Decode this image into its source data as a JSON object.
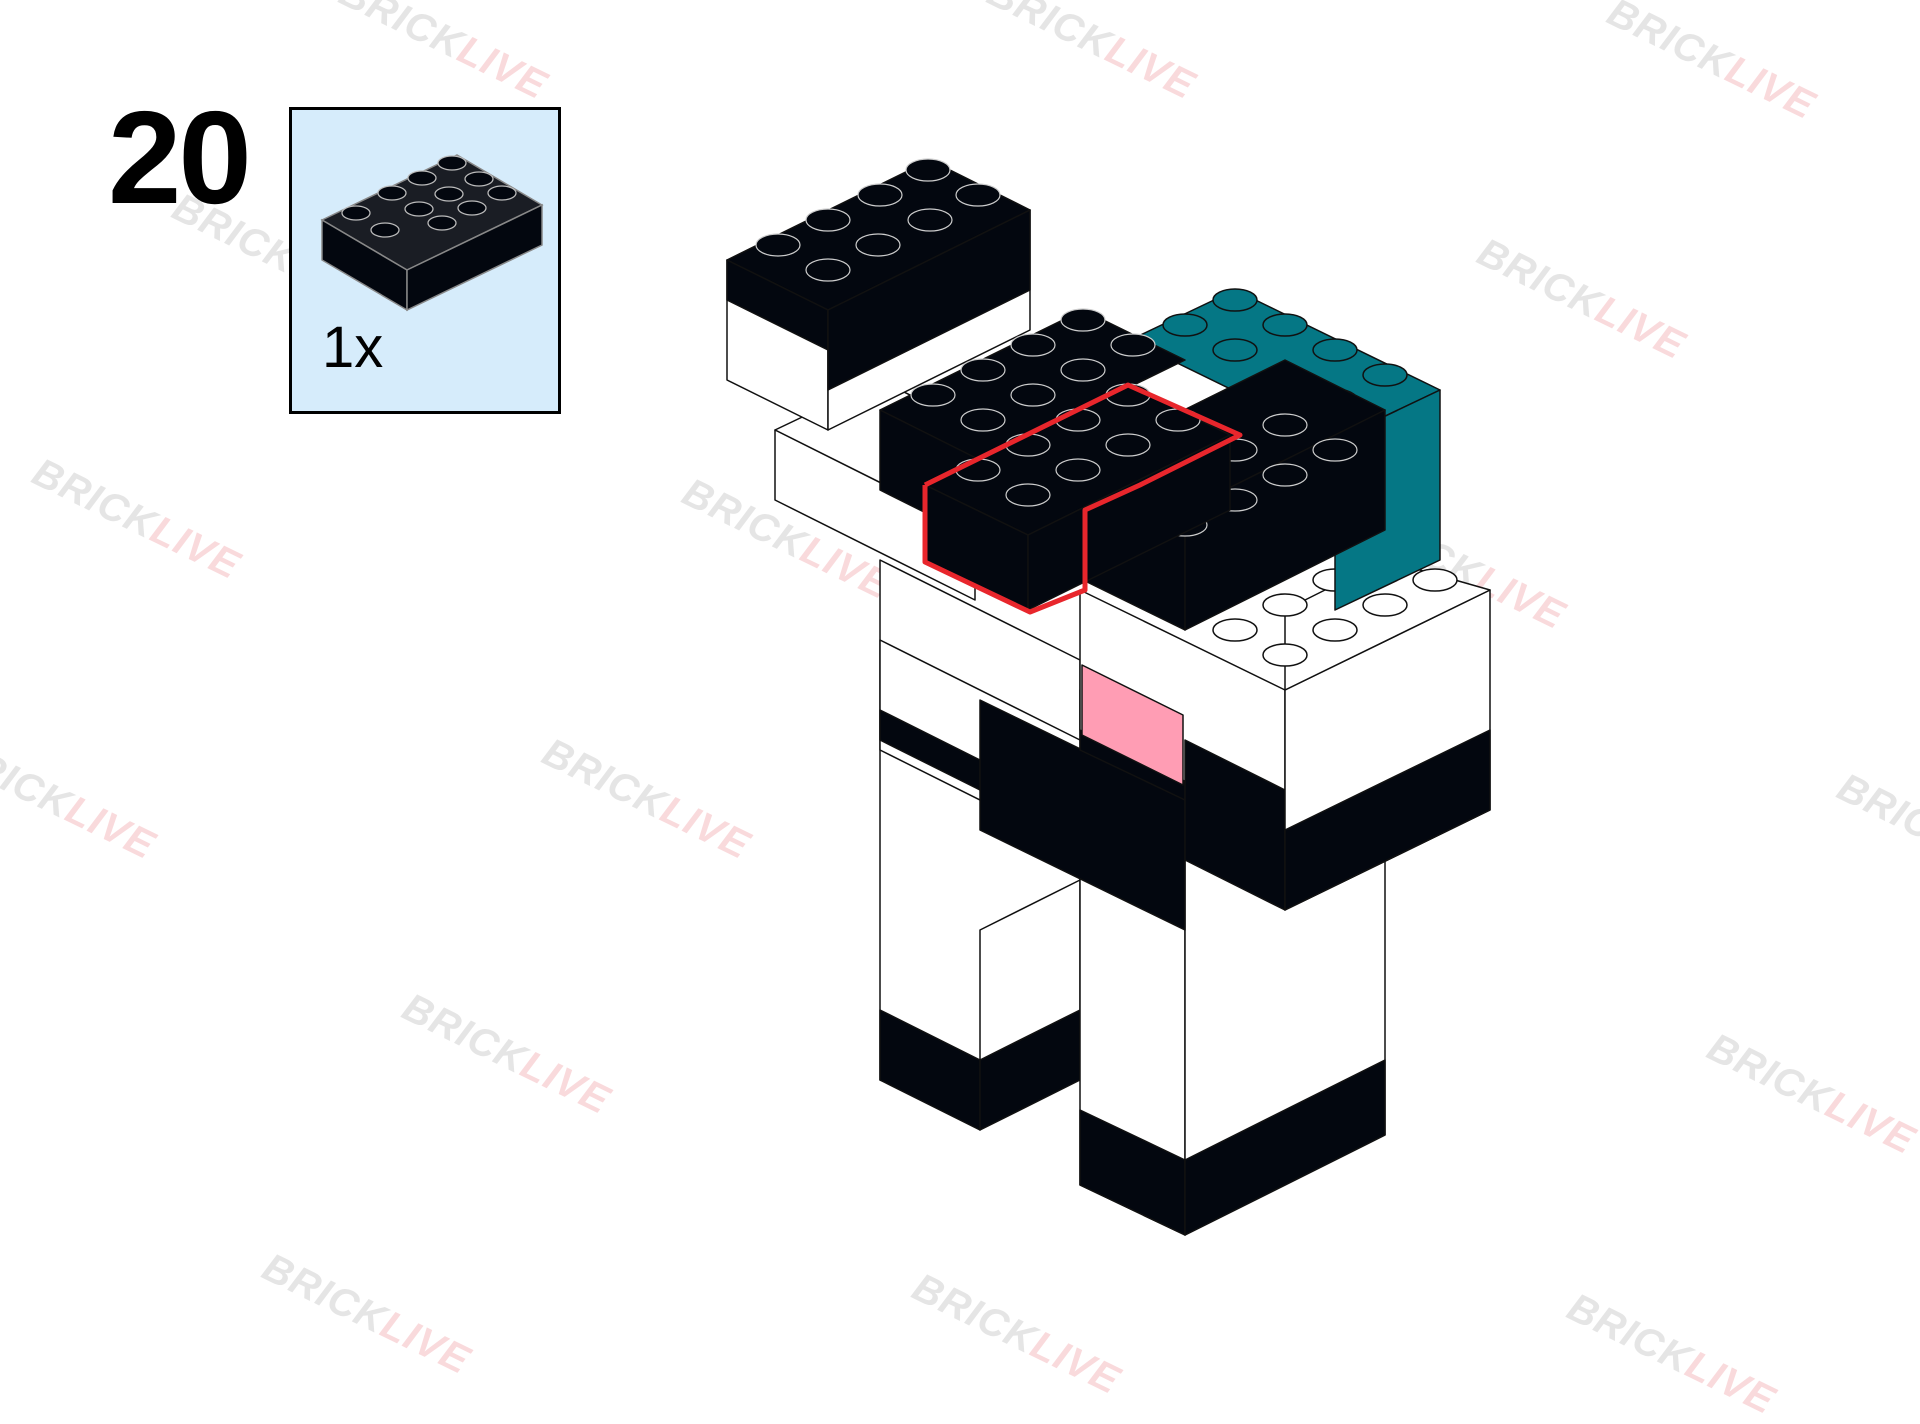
{
  "step": {
    "number": "20"
  },
  "parts": {
    "quantity": "1x",
    "piece_icon": "brick-2x4-icon",
    "piece_color": "#03070f",
    "box_color": "#d6ecfb"
  },
  "model": {
    "icon": "panda-brick-model-icon",
    "highlight_color": "#e8262c",
    "colors": {
      "black": "#03070f",
      "white": "#ffffff",
      "teal": "#057785",
      "pink": "#ff9db4"
    }
  },
  "watermark": {
    "brand_left": "BRICK",
    "brand_right": "LIVE"
  }
}
